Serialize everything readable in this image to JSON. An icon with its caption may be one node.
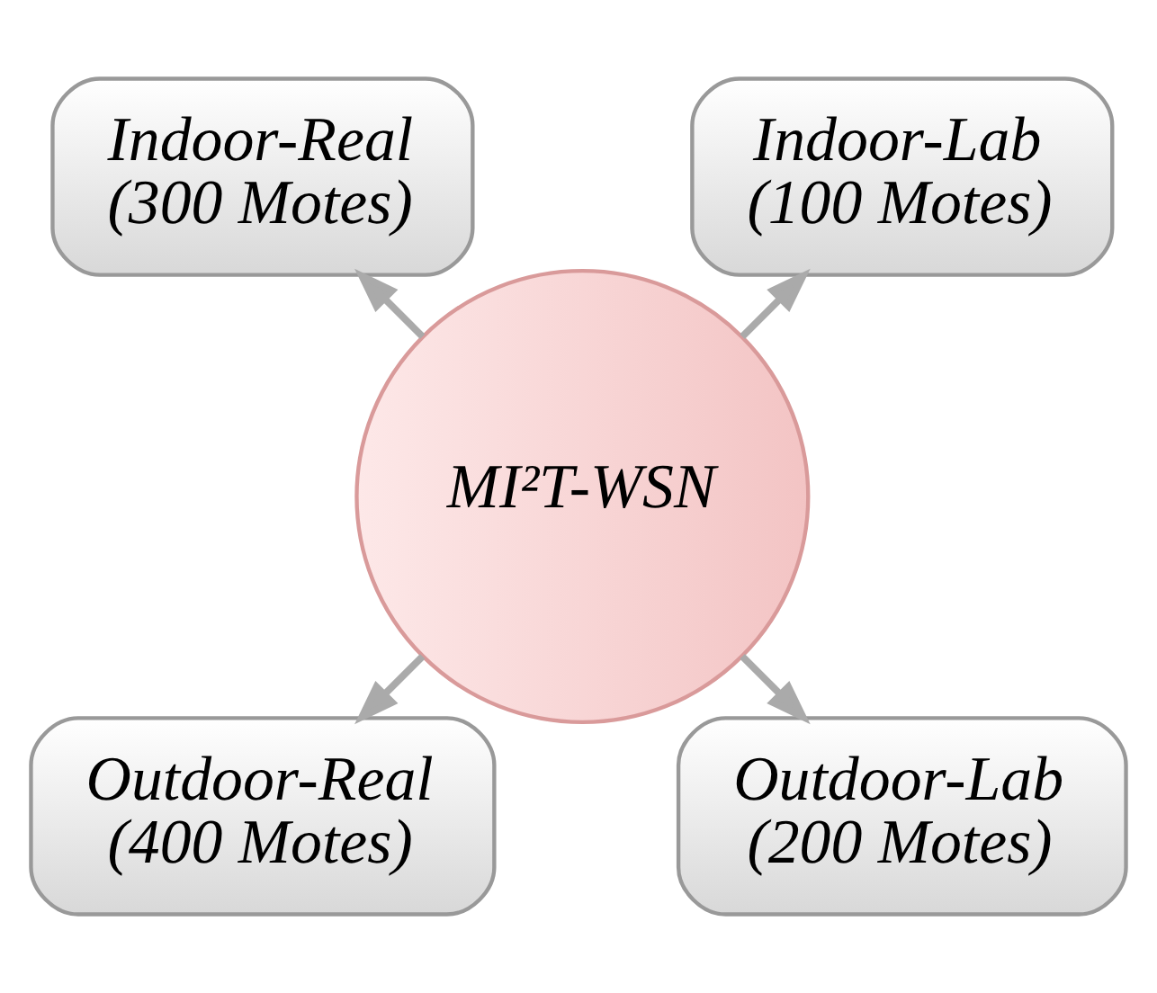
{
  "diagram": {
    "nodes": [
      {
        "text": [
          "Indoor-Lab",
          "(100 Motes)"
        ]
      },
      {
        "text": [
          "Indoor-Real",
          "(300 Motes)"
        ]
      },
      {
        "text": [
          "MI²T-WSN"
        ]
      },
      {
        "text": [
          "Outdoor-Real",
          "(400 Motes)"
        ]
      },
      {
        "text": [
          "Outdoor-Lab",
          "(200 Motes)"
        ]
      }
    ],
    "edges": [
      {
        "from": 2,
        "to": 0,
        "arrow": "to"
      },
      {
        "from": 2,
        "to": 1,
        "arrow": "to"
      },
      {
        "from": 2,
        "to": 3,
        "arrow": "to"
      },
      {
        "from": 2,
        "to": 4,
        "arrow": "to"
      }
    ]
  }
}
